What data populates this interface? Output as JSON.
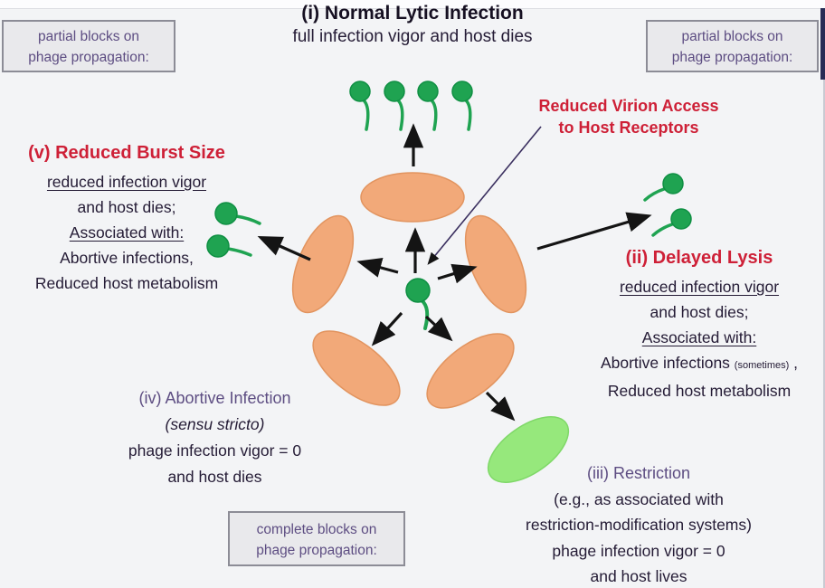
{
  "title": {
    "heading": "(i) Normal Lytic Infection",
    "subheading": "full infection vigor and host dies"
  },
  "boxes": {
    "top_left": {
      "line1": "partial blocks on",
      "line2": "phage propagation:"
    },
    "top_right": {
      "line1": "partial blocks on",
      "line2": "phage propagation:"
    },
    "bottom_center": {
      "line1": "complete blocks on",
      "line2": "phage propagation:"
    }
  },
  "virion_access": {
    "line1": "Reduced Virion Access",
    "line2": "to Host Receptors"
  },
  "block_v": {
    "heading": "(v) Reduced Burst Size",
    "line_vigor": "reduced infection vigor",
    "line_dies": "and host dies;",
    "line_assoc": "Associated with:",
    "line_abortive": "Abortive infections,",
    "line_metabolism": "Reduced host metabolism"
  },
  "block_ii": {
    "heading": "(ii) Delayed Lysis",
    "line_vigor": "reduced infection vigor",
    "line_dies": "and host dies;",
    "line_assoc": "Associated with:",
    "line_abortive_main": "Abortive infections ",
    "line_abortive_small": "(sometimes)",
    "line_abortive_suffix": " ,",
    "line_metabolism": "Reduced host metabolism"
  },
  "block_iv": {
    "heading": "(iv) Abortive Infection",
    "subheading": "(sensu stricto)",
    "line_vigor": "phage infection vigor = 0",
    "line_host": "and host dies"
  },
  "block_iii": {
    "heading": "(iii) Restriction",
    "line_eg": "(e.g., as associated with",
    "line_rm": "restriction-modification systems)",
    "line_vigor": "phage infection vigor = 0",
    "line_host": "and host lives"
  },
  "icons": {
    "phage": "green lollipop-shaped phage virion (round head with curved tail)"
  },
  "colors": {
    "bg": "#f3f4f6",
    "ink": "#241b35",
    "purple": "#5d4d82",
    "red": "#ce2037",
    "orange_fill": "#f2a979",
    "orange_edge": "#e2945f",
    "green_fill": "#96e87c",
    "green_edge": "#7fd868",
    "phage": "#1fa351",
    "phage_dark": "#0f8f43",
    "box_bg": "#e9e9ec",
    "box_edge": "#8c8c96",
    "navy": "#272c55",
    "pline": "#3a2f5f",
    "arrow": "#141414"
  }
}
